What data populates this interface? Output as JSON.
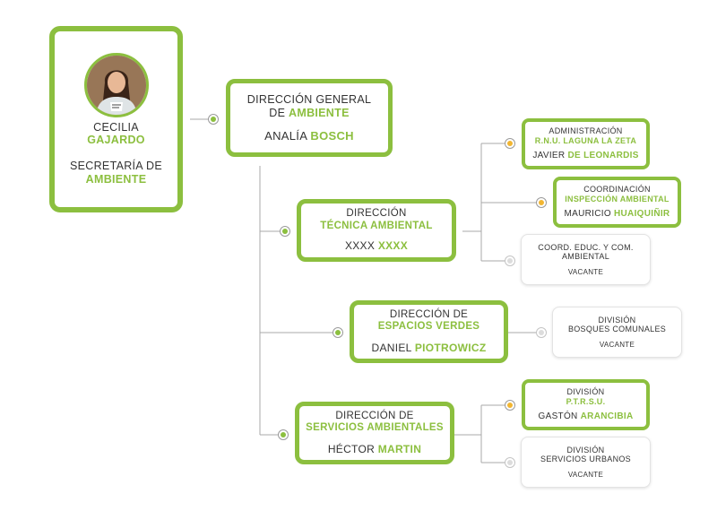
{
  "secretaria": {
    "first_name": "CECILIA",
    "last_name": "GAJARDO",
    "role_line1": "SECRETARÍA DE",
    "role_line2": "AMBIENTE"
  },
  "direccion_general": {
    "title_line1": "DIRECCIÓN GENERAL",
    "title_prefix": "DE",
    "title_bold": "AMBIENTE",
    "person_first": "ANALÍA",
    "person_last": "BOSCH"
  },
  "tecnica": {
    "title_line1": "DIRECCIÓN",
    "title_line2": "TÉCNICA AMBIENTAL",
    "person_first": "XXXX",
    "person_last": "XXXX"
  },
  "espacios": {
    "title_line1": "DIRECCIÓN DE",
    "title_line2": "ESPACIOS VERDES",
    "person_first": "DANIEL",
    "person_last": "PIOTROWICZ"
  },
  "servicios": {
    "title_line1": "DIRECCIÓN DE",
    "title_line2": "SERVICIOS AMBIENTALES",
    "person_first": "HÉCTOR",
    "person_last": "MARTIN"
  },
  "rnu": {
    "title_line1": "ADMINISTRACIÓN",
    "title_line2": "R.N.U. LAGUNA LA ZETA",
    "person_first": "JAVIER",
    "person_last": "DE LEONARDIS"
  },
  "inspeccion": {
    "title_line1": "COORDINACIÓN",
    "title_line2": "INSPECCIÓN AMBIENTAL",
    "person_first": "MAURICIO",
    "person_last": "HUAIQUIÑIR"
  },
  "coord_educ": {
    "title_line1": "COORD. EDUC. Y COM.",
    "title_line2": "AMBIENTAL",
    "status": "VACANTE"
  },
  "bosques": {
    "title_line1": "DIVISIÓN",
    "title_line2": "BOSQUES COMUNALES",
    "status": "VACANTE"
  },
  "ptrsu": {
    "title_line1": "DIVISIÓN",
    "title_line2": "P.T.R.S.U.",
    "person_first": "GASTÓN",
    "person_last": "ARANCIBIA"
  },
  "servicios_urbanos": {
    "title_line1": "DIVISIÓN",
    "title_line2": "SERVICIOS URBANOS",
    "status": "VACANTE"
  },
  "colors": {
    "accent_green": "#8cbf3f",
    "accent_yellow": "#f2b632",
    "connector_gray": "#9a9a9a"
  }
}
